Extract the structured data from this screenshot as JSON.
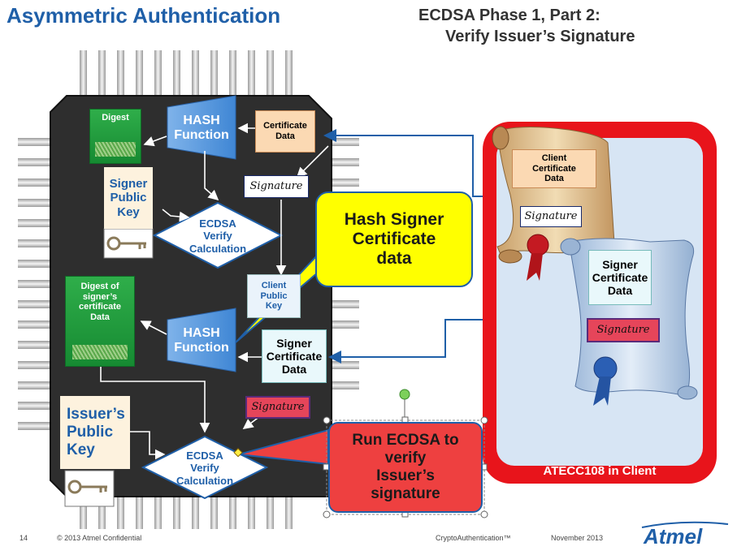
{
  "slide": {
    "title": "Asymmetric Authentication",
    "subtitle_line1": "ECDSA Phase 1, Part 2:",
    "subtitle_line2": "Verify Issuer’s Signature"
  },
  "chip": {
    "digest": "Digest",
    "hash_top": [
      "HASH",
      "Function"
    ],
    "cert_data": [
      "Certificate",
      "Data"
    ],
    "signature_label": "Signature",
    "signer_public_key": [
      "Signer",
      "Public",
      "Key"
    ],
    "ecdsa_top": [
      "ECDSA",
      "Verify",
      "Calculation"
    ],
    "client_public": [
      "Client",
      "Public",
      "Key"
    ],
    "digest_signer": [
      "Digest of",
      "signer’s",
      "certificate",
      "Data"
    ],
    "hash_bottom": [
      "HASH",
      "Function"
    ],
    "signer_cert": [
      "Signer",
      "Certificate",
      "Data"
    ],
    "issuer_public_key": [
      "Issuer’s",
      "Public",
      "Key"
    ],
    "ecdsa_bottom": [
      "ECDSA",
      "Verify",
      "Calculation"
    ]
  },
  "callouts": {
    "hash_signer": [
      "Hash Signer",
      "Certificate",
      "data"
    ],
    "run_ecdsa": [
      "Run ECDSA to",
      "verify",
      "Issuer’s",
      "signature"
    ]
  },
  "client_panel": {
    "label": "ATECC108 in Client",
    "client_cert": [
      "Client",
      "Certificate",
      "Data"
    ],
    "signer_cert": [
      "Signer",
      "Certificate",
      "Data"
    ]
  },
  "footer": {
    "page": "14",
    "copyright": "© 2013 Atmel Confidential",
    "product": "CryptoAuthentication™",
    "date": "November 2013",
    "logo": "Atmel"
  },
  "colors": {
    "accent": "#1f5fa8",
    "callout_yellow": "#ffff00",
    "callout_red": "#ee4040",
    "panel_red": "#e8141b",
    "chip_body": "#2e2e2e"
  }
}
